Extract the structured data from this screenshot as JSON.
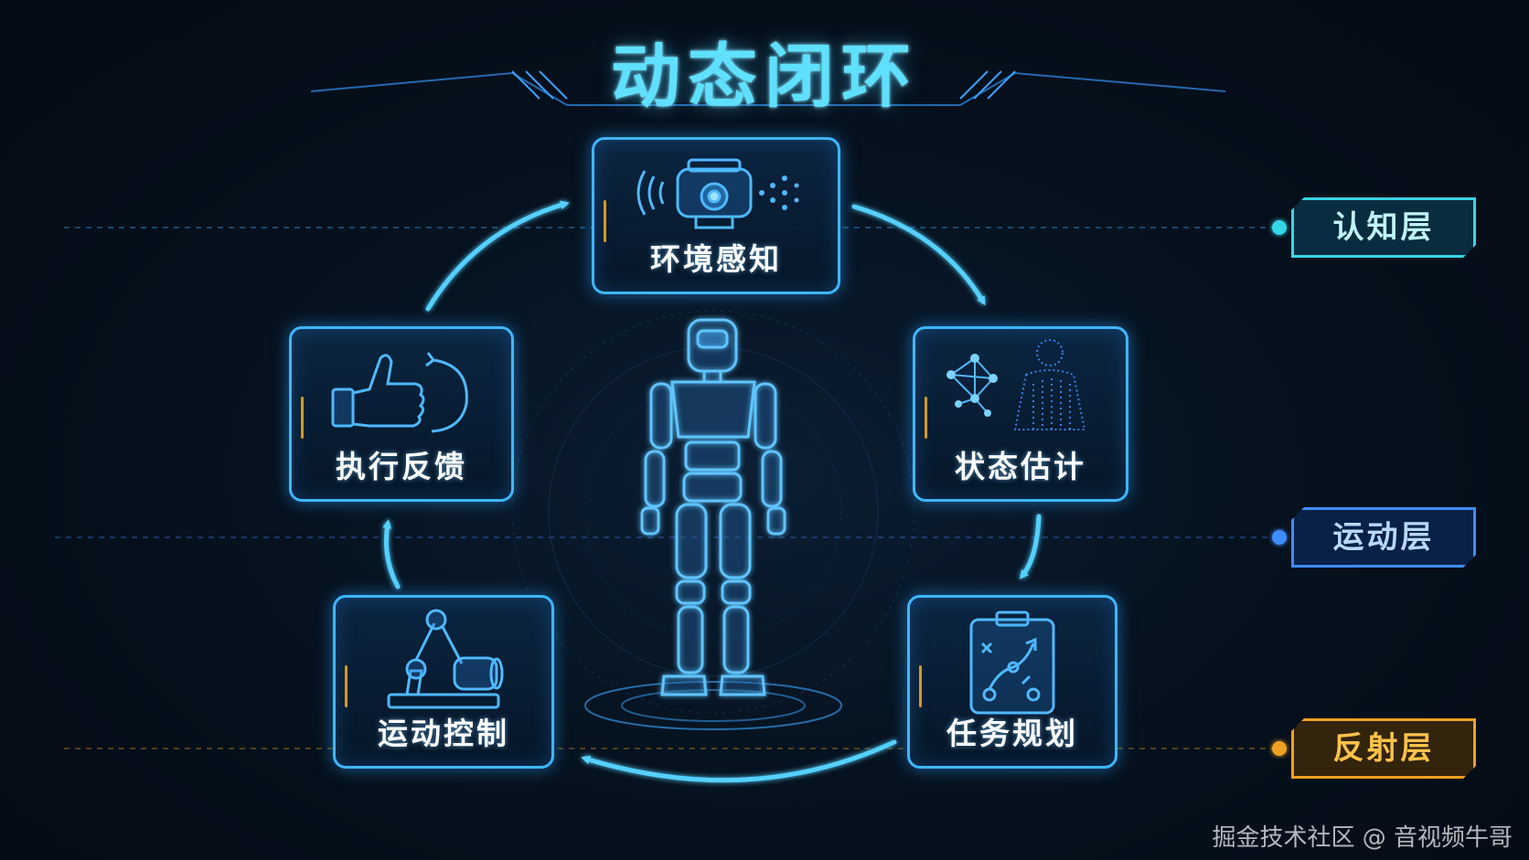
{
  "title": "动态闭环",
  "nodes": {
    "perception": "环境感知",
    "state": "状态估计",
    "planning": "任务规划",
    "motion": "运动控制",
    "feedback": "执行反馈"
  },
  "layers": {
    "cognitive": "认知层",
    "motion": "运动层",
    "reflex": "反射层"
  },
  "colors": {
    "accent": "#3fb6ff",
    "cognitive": "#36d6e6",
    "motion": "#3f8cff",
    "reflex": "#f0a020"
  },
  "watermark": "掘金技术社区 @ 音视频牛哥"
}
